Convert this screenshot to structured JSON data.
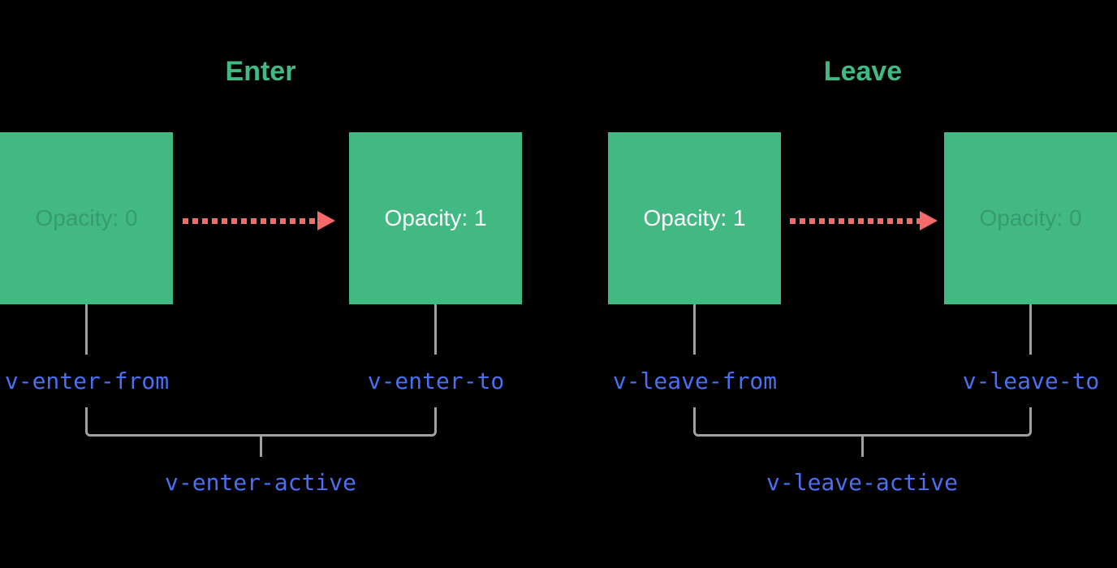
{
  "diagram": {
    "description": "Vue transition classes timeline diagram",
    "colors": {
      "background": "#000000",
      "box_green": "#42b883",
      "title_green": "#42b883",
      "label_blue": "#4a6ff0",
      "arrow_red": "#f76a6a",
      "connector_gray": "#a0a0a0",
      "box_text_white": "#ffffff",
      "box_text_faded": "rgba(0,0,0,0.16)"
    },
    "sections": [
      {
        "id": "enter",
        "title": "Enter",
        "from_box": {
          "label": "Opacity: 0",
          "faded": true,
          "class_label": "v-enter-from"
        },
        "to_box": {
          "label": "Opacity: 1",
          "faded": false,
          "class_label": "v-enter-to"
        },
        "active_label": "v-enter-active"
      },
      {
        "id": "leave",
        "title": "Leave",
        "from_box": {
          "label": "Opacity: 1",
          "faded": false,
          "class_label": "v-leave-from"
        },
        "to_box": {
          "label": "Opacity: 0",
          "faded": true,
          "class_label": "v-leave-to"
        },
        "active_label": "v-leave-active"
      }
    ]
  }
}
